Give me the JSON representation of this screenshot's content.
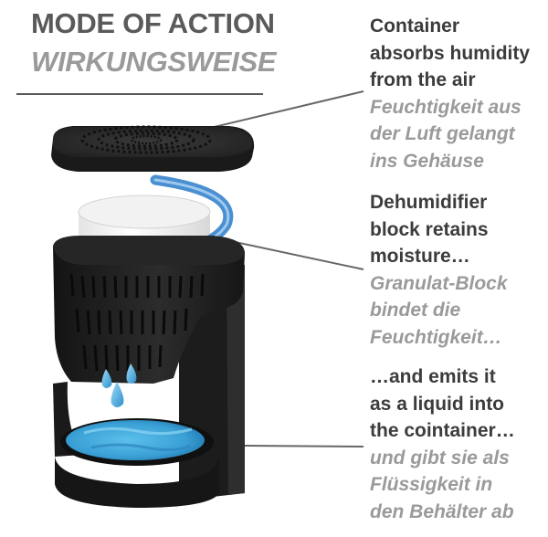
{
  "heading": {
    "title_en": "MODE OF ACTION",
    "title_de": "WIRKUNGSWEISE"
  },
  "steps": [
    {
      "en": "Container\nabsorbs humidity\nfrom the air",
      "de": "Feuchtigkeit aus\nder Luft gelangt\nins Gehäuse"
    },
    {
      "en": "Dehumidifier\nblock retains\nmoisture…",
      "de": "Granulat-Block\nbindet die\nFeuchtigkeit…"
    },
    {
      "en": "…and emits it\nas a liquid into\nthe cointainer…",
      "de": "und gibt sie als\nFlüssigkeit in\nden Behälter ab"
    }
  ],
  "colors": {
    "heading_dark": "#5a5a5a",
    "text_dark": "#3c3c3c",
    "text_grey": "#9a9a9a",
    "device_black": "#1e1e1e",
    "water_blue": "#3a9fd4",
    "arrow_blue": "#4a8fd0"
  }
}
